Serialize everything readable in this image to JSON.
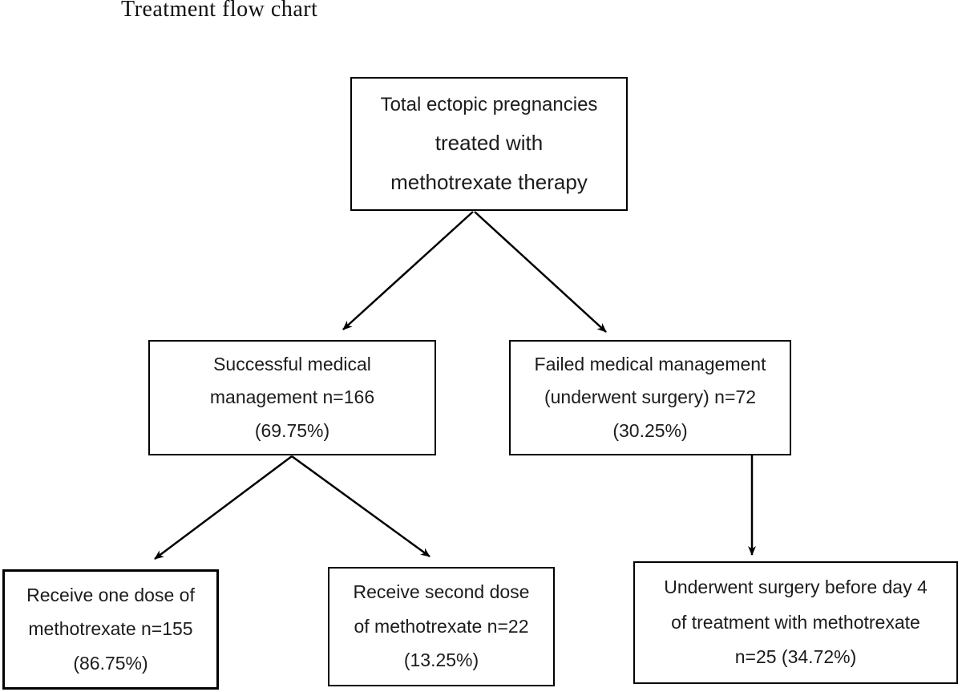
{
  "title": "Treatment flow chart",
  "colors": {
    "background": "#ffffff",
    "box_border": "#000000",
    "arrow": "#000000",
    "text": "#1c1c1c"
  },
  "flowchart": {
    "nodes": {
      "root": {
        "lines": [
          "Total ectopic pregnancies",
          "treated with",
          "methotrexate therapy"
        ]
      },
      "success": {
        "lines": [
          "Successful medical",
          "management n=166",
          "(69.75%)"
        ]
      },
      "failed": {
        "lines": [
          "Failed medical management",
          "(underwent surgery) n=72",
          "(30.25%)"
        ]
      },
      "one_dose": {
        "lines": [
          "Receive one dose of",
          "methotrexate n=155",
          "(86.75%)"
        ]
      },
      "second_dose": {
        "lines": [
          "Receive second dose",
          "of methotrexate n=22",
          "(13.25%)"
        ]
      },
      "surgery_early": {
        "lines": [
          "Underwent surgery before day 4",
          "of treatment with methotrexate",
          "n=25 (34.72%)"
        ]
      }
    },
    "edges": [
      {
        "from": "root",
        "to": "success"
      },
      {
        "from": "root",
        "to": "failed"
      },
      {
        "from": "success",
        "to": "one_dose"
      },
      {
        "from": "success",
        "to": "second_dose"
      },
      {
        "from": "failed",
        "to": "surgery_early"
      }
    ]
  }
}
